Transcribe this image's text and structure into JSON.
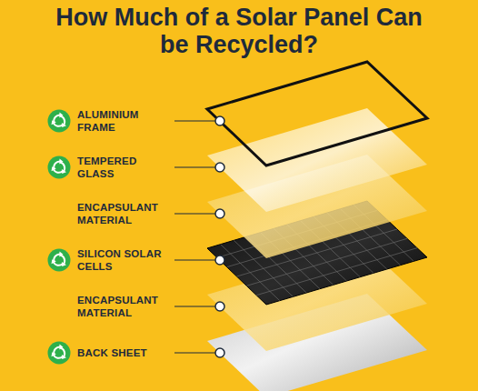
{
  "diagram": {
    "title": "How Much of a Solar Panel Can be Recycled?",
    "labels": [
      "ALUMINIUM FRAME",
      "TEMPERED GLASS",
      "ENCAPSULANT MATERIAL",
      "SILICON SOLAR CELLS",
      "ENCAPSULANT MATERIAL",
      "BACK SHEET"
    ]
  }
}
